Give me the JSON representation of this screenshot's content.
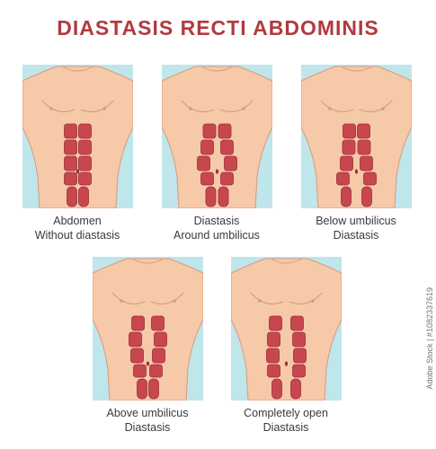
{
  "title": "DIASTASIS RECTI ABDOMINIS",
  "panels": [
    {
      "line1": "Abdomen",
      "line2": "Without diastasis",
      "variant": "none"
    },
    {
      "line1": "Diastasis",
      "line2": "Around umbilicus",
      "variant": "umbilicus"
    },
    {
      "line1": "Below umbilicus",
      "line2": "Diastasis",
      "variant": "below"
    },
    {
      "line1": "Above umbilicus",
      "line2": "Diastasis",
      "variant": "above"
    },
    {
      "line1": "Completely open",
      "line2": "Diastasis",
      "variant": "open"
    }
  ],
  "colors": {
    "title": "#b23a3f",
    "panel_bg": "#bfe6ea",
    "skin": "#f6c9a9",
    "skin_outline": "#d89a7c",
    "muscle": "#c8474f",
    "muscle_dark": "#9c2f37"
  },
  "watermark": "Adobe Stock | #1082337619"
}
